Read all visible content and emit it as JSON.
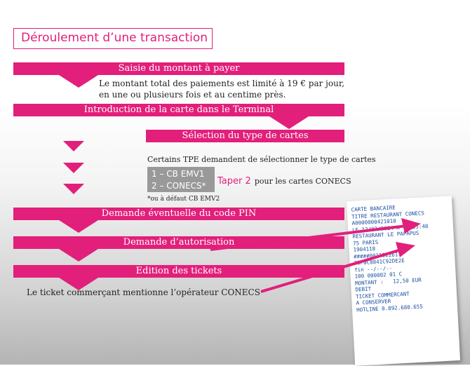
{
  "title": "Déroulement d’une transaction",
  "steps": {
    "s1": "Saisie du montant à payer",
    "s2": "Introduction de la carte dans le Terminal",
    "s3": "Sélection du type de cartes",
    "s4": "Demande éventuelle du code PIN",
    "s5": "Demande d’autorisation",
    "s6": "Edition des tickets"
  },
  "notes": {
    "limit_line1": "Le montant total des paiements est limité à 19 € par jour,",
    "limit_line2": "en une ou plusieurs fois et au centime près.",
    "tpe_select": "Certains TPE demandent de sélectionner le type de cartes",
    "option1": "1 – CB EMV1",
    "option2": "2 – CONECS*",
    "taper_highlight": "Taper 2",
    "taper_rest": "pour les cartes CONECS",
    "default_note": "*ou à défaut CB EMV2",
    "ticket_note": "Le ticket commerçant mentionne l’opérateur CONECS"
  },
  "ticket": {
    "lines": [
      "CARTE BANCAIRE",
      "TITRE RESTAURANT CONECS",
      "A0000000421010",
      "",
      "LE 12/02/2014 A 12:35:48",
      "RESTAURANT LE PAPAPUS",
      "75 PARIS",
      "1904118",
      "#####001122261",
      "35F0C0841C92DE2E",
      "fin --/--/--",
      "100 000002 01 C",
      "MONTANT :   12,50 EUR",
      "",
      "DEBIT",
      "",
      "TICKET COMMERCANT",
      "A CONSERVER",
      "HOTLINE 0.892.680.655"
    ]
  },
  "colors": {
    "accent": "#e21f7b",
    "option_box": "#999999",
    "ticket_text": "#1a4fa0"
  }
}
